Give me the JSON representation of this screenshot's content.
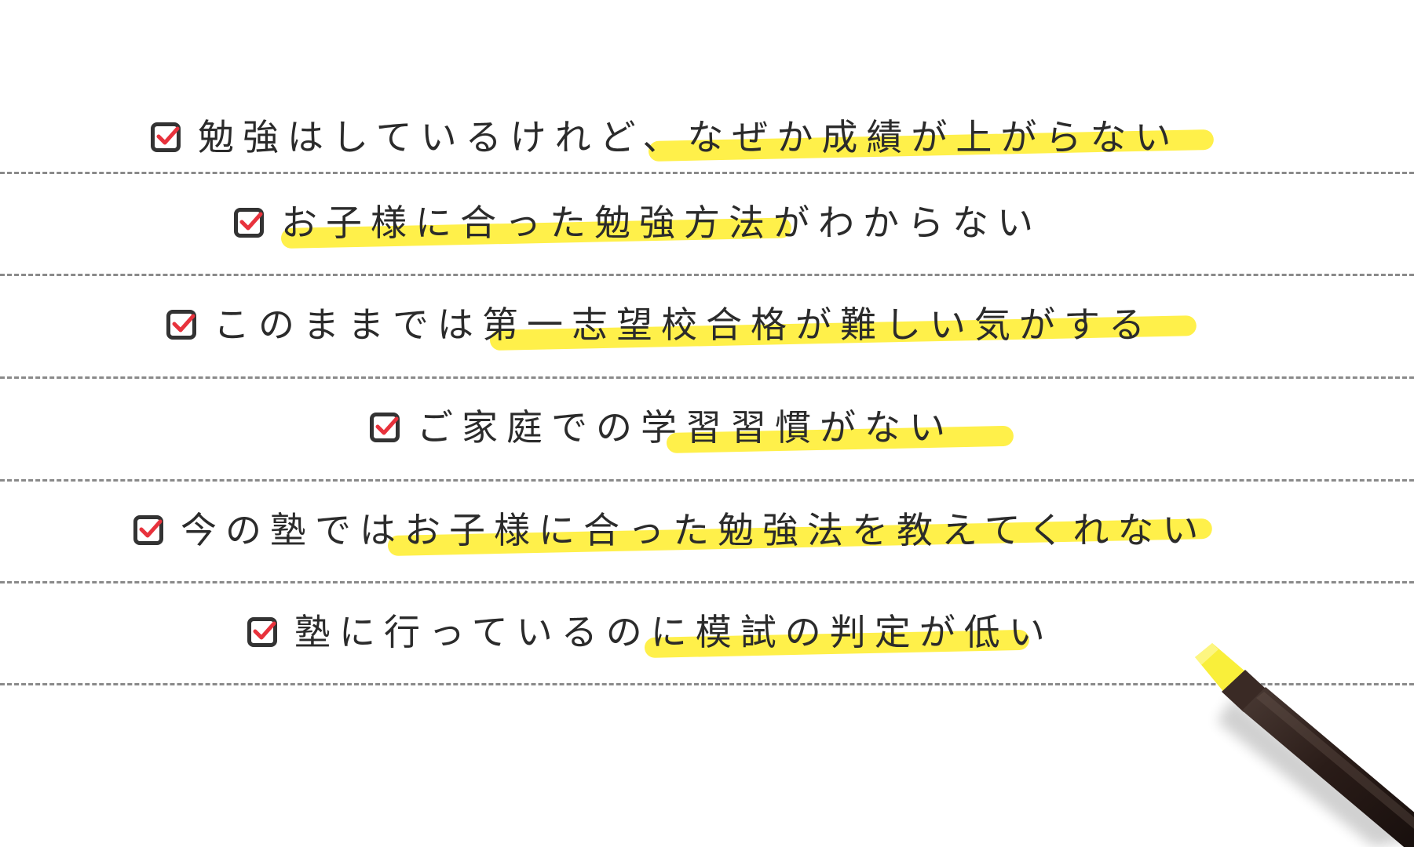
{
  "colors": {
    "text": "#2b2b2b",
    "highlight": "#fff04a",
    "check": "#e8323c",
    "box": "#333333",
    "rule": "#8a8a8a",
    "marker_body": "#2a1c18",
    "marker_tip": "#f9ef3a"
  },
  "checklist": [
    {
      "text": "勉強はしているけれど、なぜか成績が上がらない",
      "icon": "checkbox-checked-icon"
    },
    {
      "text": "お子様に合った勉強方法がわからない",
      "icon": "checkbox-checked-icon"
    },
    {
      "text": "このままでは第一志望校合格が難しい気がする",
      "icon": "checkbox-checked-icon"
    },
    {
      "text": "ご家庭での学習習慣がない",
      "icon": "checkbox-checked-icon"
    },
    {
      "text": "今の塾ではお子様に合った勉強法を教えてくれない",
      "icon": "checkbox-checked-icon"
    },
    {
      "text": "塾に行っているのに模試の判定が低い",
      "icon": "checkbox-checked-icon"
    }
  ],
  "decoration": {
    "marker_icon": "highlighter-pen-icon"
  }
}
